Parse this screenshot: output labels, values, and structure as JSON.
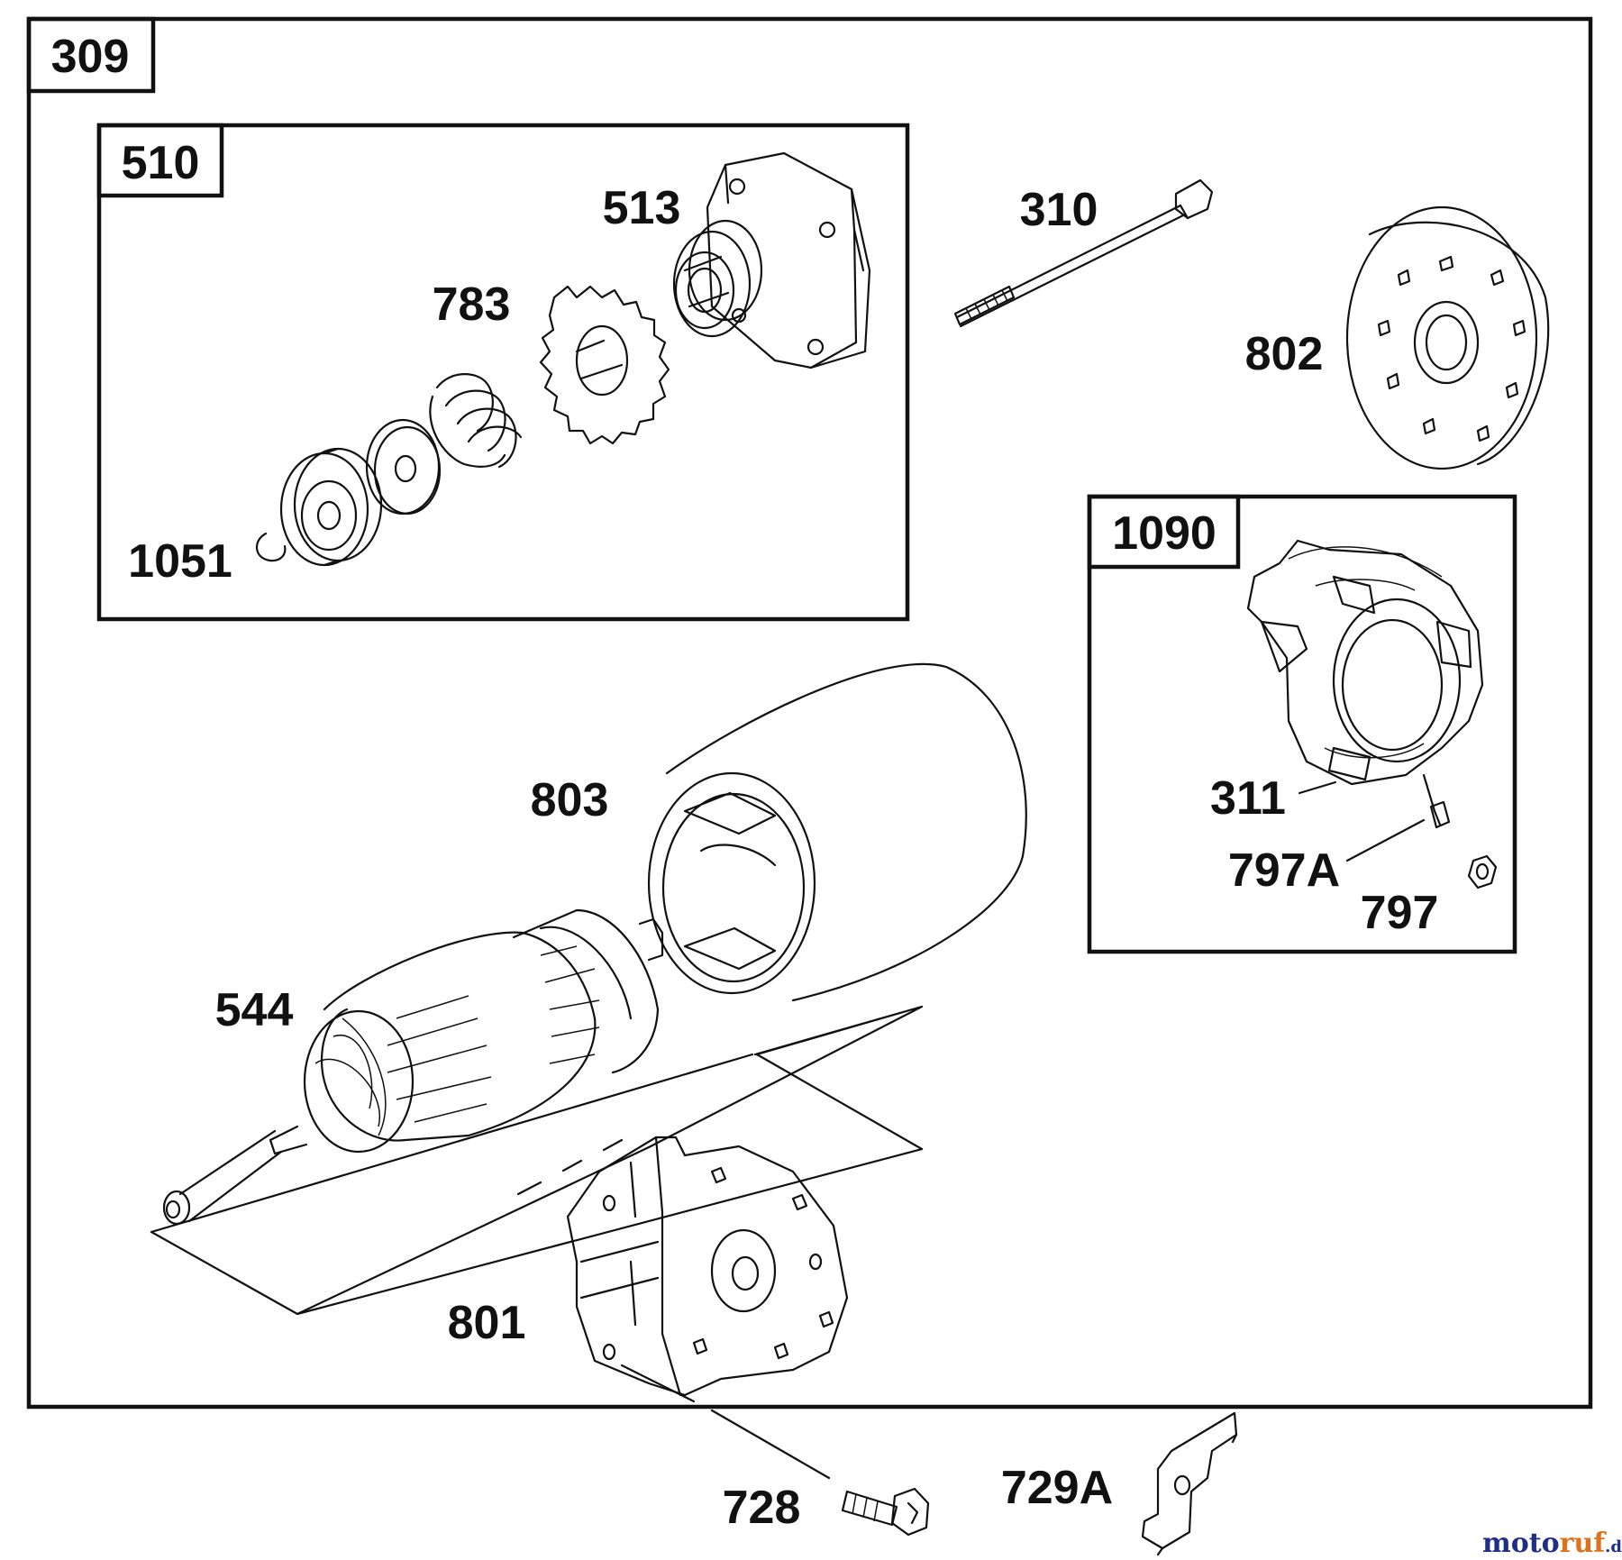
{
  "group_labels": {
    "g309": "309",
    "g510": "510",
    "g1090": "1090"
  },
  "part_labels": {
    "p513": "513",
    "p783": "783",
    "p1051": "1051",
    "p310": "310",
    "p802": "802",
    "p311": "311",
    "p797A": "797A",
    "p797": "797",
    "p803": "803",
    "p544": "544",
    "p801": "801",
    "p728": "728",
    "p729A": "729A"
  },
  "watermark": {
    "brand_blue": "moto",
    "brand_orange": "ruf",
    "suffix": ".de"
  },
  "colors": {
    "ink": "#111111",
    "watermark_blue": "#1e2f86",
    "watermark_orange": "#e0701b"
  }
}
